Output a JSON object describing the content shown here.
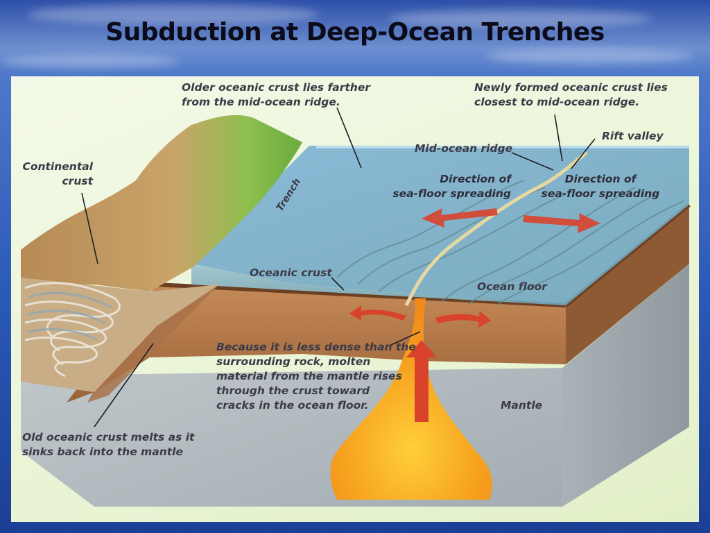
{
  "slide": {
    "title": "Subduction at Deep-Ocean Trenches"
  },
  "diagram": {
    "labels": {
      "older_crust": "Older oceanic crust lies farther\nfrom the mid-ocean ridge.",
      "newer_crust": "Newly formed oceanic crust lies\nclosest to mid-ocean ridge.",
      "rift_valley": "Rift valley",
      "mid_ocean_ridge": "Mid-ocean ridge",
      "continental_crust": "Continental\ncrust",
      "spreading_left": "Direction of\nsea-floor spreading",
      "spreading_right": "Direction of\nsea-floor spreading",
      "trench": "Trench",
      "oceanic_crust": "Oceanic crust",
      "ocean_floor": "Ocean floor",
      "magma_note": "Because it is less dense than the\nsurrounding rock, molten\nmaterial from the mantle rises\nthrough the crust toward\ncracks in the ocean floor.",
      "mantle": "Mantle",
      "old_crust_melts": "Old oceanic crust melts as it\nsinks back into the mantle"
    },
    "colors": {
      "ocean": "#8fbcc8",
      "mantle": "#b9c2c6",
      "crust": "#b07848",
      "magma": "#f6a21e",
      "arrow": "#d9432c",
      "land_green": "#7db84a",
      "land_brown": "#b28a5a"
    }
  }
}
